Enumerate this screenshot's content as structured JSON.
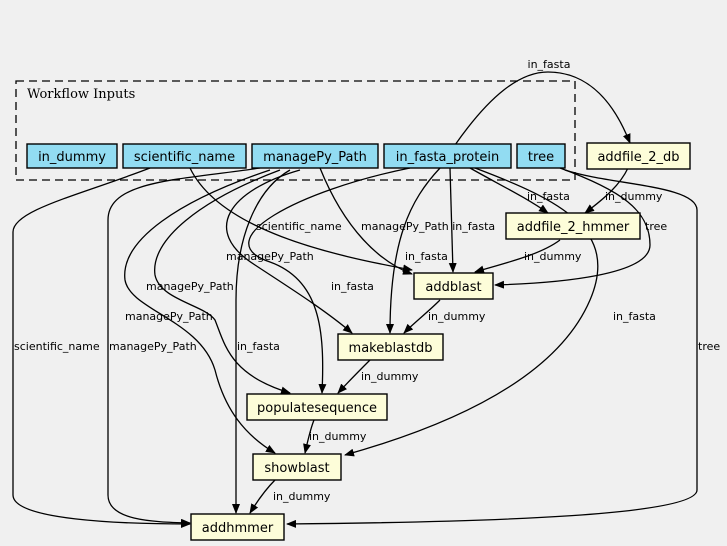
{
  "group": {
    "title": "Workflow Inputs"
  },
  "inputs": {
    "in_dummy": "in_dummy",
    "scientific_name": "scientific_name",
    "managePy_Path": "managePy_Path",
    "in_fasta_protein": "in_fasta_protein",
    "tree": "tree"
  },
  "steps": {
    "addfile_2_db": "addfile_2_db",
    "addfile_2_hmmer": "addfile_2_hmmer",
    "addblast": "addblast",
    "makeblastdb": "makeblastdb",
    "populatesequence": "populatesequence",
    "showblast": "showblast",
    "addhmmer": "addhmmer"
  },
  "edge_labels": {
    "in_fasta": "in_fasta",
    "in_dummy": "in_dummy",
    "tree": "tree",
    "scientific_name": "scientific_name",
    "managePy_Path": "managePy_Path",
    "managePy_Path_in_fasta": "managePy_Path in_fasta"
  }
}
